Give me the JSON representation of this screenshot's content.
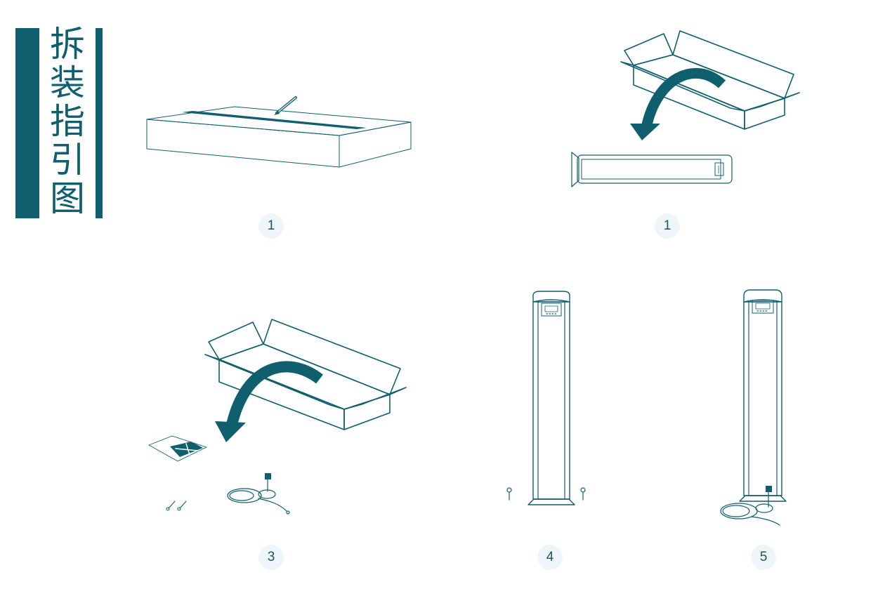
{
  "title": {
    "chars": [
      "拆",
      "装",
      "指",
      "引",
      "图"
    ]
  },
  "steps": [
    {
      "number": "1"
    },
    {
      "number": "1"
    },
    {
      "number": "3"
    },
    {
      "number": "4"
    },
    {
      "number": "5"
    }
  ],
  "colors": {
    "accent": "#0f5f6e",
    "line": "#0f5f6e",
    "badge_bg": "#eef6fa"
  },
  "icons": [
    "box-icon",
    "knife-icon",
    "open-box-icon",
    "curved-arrow-icon",
    "detector-panel-icon",
    "manual-icon",
    "screws-icon",
    "cable-icon",
    "detector-pillar-icon"
  ]
}
